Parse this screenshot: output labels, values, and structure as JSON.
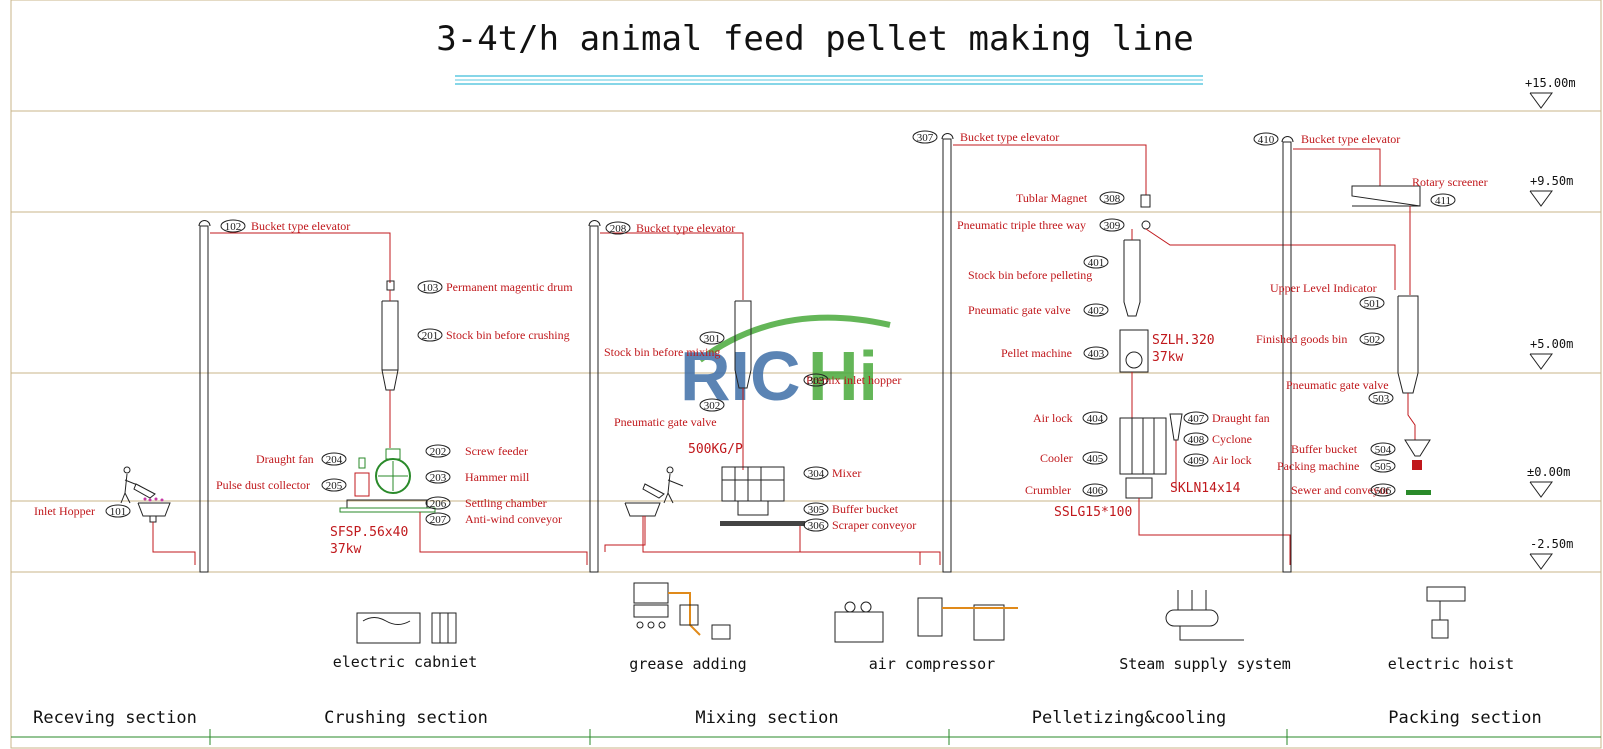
{
  "title": "3-4t/h animal feed pellet making line",
  "logo": {
    "text_left": "RIC",
    "text_right": "Hi",
    "color_blue": "#3f6fa8",
    "color_green": "#4aaa3c"
  },
  "levels": [
    "+15.00m",
    "+9.50m",
    "+5.00m",
    "±0.00m",
    "-2.50m"
  ],
  "sections": [
    "Receving section",
    "Crushing section",
    "Mixing section",
    "Pelletizing&cooling",
    "Packing section"
  ],
  "utilities": [
    "electric cabniet",
    "grease adding",
    "air compressor",
    "Steam supply system",
    "electric hoist"
  ],
  "receiving": {
    "inlet_hopper": {
      "name": "Inlet Hopper",
      "code": "101"
    }
  },
  "crushing": {
    "elevator": {
      "code": "102",
      "name": "Bucket type elevator"
    },
    "magnet": {
      "code": "103",
      "name": "Permanent magentic drum"
    },
    "stock_bin": {
      "code": "201",
      "name": "Stock bin before crushing"
    },
    "screw_feeder": {
      "code": "202",
      "name": "Screw feeder"
    },
    "hammer_mill": {
      "code": "203",
      "name": "Hammer mill"
    },
    "draught_fan": {
      "code": "204",
      "name": "Draught fan"
    },
    "pulse_dust": {
      "code": "205",
      "name": "Pulse dust collector"
    },
    "settling": {
      "code": "206",
      "name": "Settling chamber"
    },
    "anti_wind": {
      "code": "207",
      "name": "Anti-wind conveyor"
    },
    "mill_model": "SFSP.56x40",
    "mill_power": "37kw"
  },
  "mixing": {
    "elevator": {
      "code": "208",
      "name": "Bucket type elevator"
    },
    "stock_bin": {
      "code": "301",
      "name": "Stock bin before mixing"
    },
    "gate_valve": {
      "code": "302",
      "name": "Pneumatic gate valve"
    },
    "premix": {
      "code": "303",
      "name": "Premix inlet hopper"
    },
    "mixer": {
      "code": "304",
      "name": "Mixer"
    },
    "buffer": {
      "code": "305",
      "name": "Buffer bucket"
    },
    "scraper": {
      "code": "306",
      "name": "Scraper conveyor"
    },
    "capacity": "500KG/P"
  },
  "pelleting": {
    "elevator": {
      "code": "307",
      "name": "Bucket type elevator"
    },
    "magnet": {
      "code": "308",
      "name": "Tublar Magnet"
    },
    "three_way": {
      "code": "309",
      "name": "Pneumatic triple three way"
    },
    "stock_bin": {
      "code": "401",
      "name": "Stock bin before pelleting"
    },
    "gate_valve": {
      "code": "402",
      "name": "Pneumatic gate valve"
    },
    "pellet_machine": {
      "code": "403",
      "name": "Pellet machine"
    },
    "air_lock": {
      "code": "404",
      "name": "Air lock"
    },
    "cooler": {
      "code": "405",
      "name": "Cooler"
    },
    "crumbler": {
      "code": "406",
      "name": "Crumbler"
    },
    "draught_fan": {
      "code": "407",
      "name": "Draught fan"
    },
    "cyclone": {
      "code": "408",
      "name": "Cyclone"
    },
    "air_lock2": {
      "code": "409",
      "name": "Air lock"
    },
    "machine_model": "SZLH.320",
    "machine_power": "37kw",
    "cooler_model": "SKLN14x14",
    "crumbler_model": "SSLG15*100"
  },
  "packing": {
    "elevator": {
      "code": "410",
      "name": "Bucket type elevator"
    },
    "screener": {
      "code": "411",
      "name": "Rotary screener"
    },
    "level_indicator": {
      "code": "501",
      "name": "Upper Level Indicator"
    },
    "finished_bin": {
      "code": "502",
      "name": "Finished goods bin"
    },
    "gate_valve": {
      "code": "503",
      "name": "Pneumatic gate valve"
    },
    "buffer": {
      "code": "504",
      "name": "Buffer bucket"
    },
    "packing_machine": {
      "code": "505",
      "name": "Packing machine"
    },
    "sewer": {
      "code": "506",
      "name": "Sewer and conveyor"
    }
  }
}
